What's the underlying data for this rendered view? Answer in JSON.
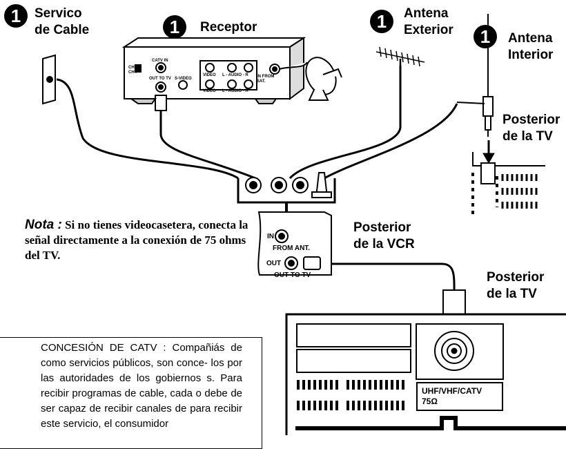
{
  "steps": [
    {
      "number": "1",
      "title_line1": "Servico",
      "title_line2": "de Cable"
    },
    {
      "number": "1",
      "title_line1": "Receptor",
      "title_line2": ""
    },
    {
      "number": "1",
      "title_line1": "Antena",
      "title_line2": "Exterior"
    },
    {
      "number": "1",
      "title_line1": "Antena",
      "title_line2": "Interior"
    }
  ],
  "labels": {
    "tv_rear_top_line1": "Posterior",
    "tv_rear_top_line2": "de la TV",
    "vcr_rear_line1": "Posterior",
    "vcr_rear_line2": "de la VCR",
    "tv_rear_bottom_line1": "Posterior",
    "tv_rear_bottom_line2": "de la TV"
  },
  "receiver": {
    "catv_in": "CATV IN",
    "out_to_tv": "OUT TO TV",
    "s_video": "S-VIDEO",
    "video1": "VIDEO",
    "audio1": "L - AUDIO - R",
    "video2": "VIDEO",
    "audio2": "L - AUDIO - R",
    "in_from_sat": "IN FROM SAT.",
    "ch3": "CH3",
    "ch4": "CH4"
  },
  "vcr": {
    "in": "IN",
    "from_ant": "FROM ANT.",
    "out": "OUT",
    "out_to_tv": "OUT TO TV"
  },
  "tv_jack": {
    "line1": "UHF/VHF/CATV",
    "line2": "75Ω"
  },
  "note": {
    "label": "Nota :",
    "text": "Si no tienes videocasetera, conecta la señal directamente a la conexión de 75 ohms del TV."
  },
  "box_text": "CONCESIÓN DE CATV : Compañiás de como servicios públicos, son conce- los por las autoridades de los gobiernos s. Para recibir programas de cable, cada o debe de ser capaz de recibir canales de para recibir este servicio, el consumidor"
}
